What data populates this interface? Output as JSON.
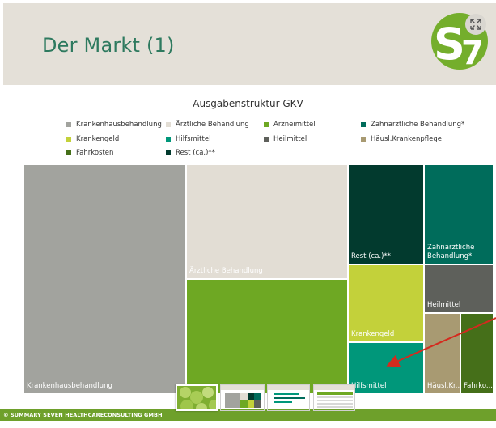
{
  "header": {
    "title": "Der Markt (1)",
    "logo_text": "S7",
    "expand_icon": "expand-arrows-icon"
  },
  "chart_data": {
    "type": "treemap",
    "title": "Ausgabenstruktur GKV",
    "legend": [
      {
        "label": "Krankenhausbehandlung",
        "color": "#a2a39e"
      },
      {
        "label": "Ärztliche Behandlung",
        "color": "#e2ddd4"
      },
      {
        "label": "Arzneimittel",
        "color": "#6ea823"
      },
      {
        "label": "Zahnärztliche Behandlung*",
        "color": "#006c5b"
      },
      {
        "label": "Krankengeld",
        "color": "#c3d13a"
      },
      {
        "label": "Hilfsmittel",
        "color": "#00977a"
      },
      {
        "label": "Heilmittel",
        "color": "#5e605b"
      },
      {
        "label": "Häusl.Krankenpflege",
        "color": "#a89a72"
      },
      {
        "label": "Fahrkosten",
        "color": "#456f19"
      },
      {
        "label": "Rest (ca.)**",
        "color": "#023a2e"
      }
    ],
    "tiles": [
      {
        "label": "Krankenhausbehandlung"
      },
      {
        "label": "Ärztliche Behandlung"
      },
      {
        "label": ""
      },
      {
        "label": "Rest (ca.)**"
      },
      {
        "label": "Zahnärztliche Behandlung*"
      },
      {
        "label": "Krankengeld"
      },
      {
        "label": "Heilmittel"
      },
      {
        "label": "Hilfsmittel"
      },
      {
        "label": "Häusl.Kr..."
      },
      {
        "label": "Fahrko..."
      }
    ]
  },
  "thumbnails": [
    "slide-1",
    "slide-2",
    "slide-3",
    "slide-4"
  ],
  "footer": {
    "copyright": "© SUMMARY SEVEN HEALTHCARECONSULTING GMBH"
  }
}
